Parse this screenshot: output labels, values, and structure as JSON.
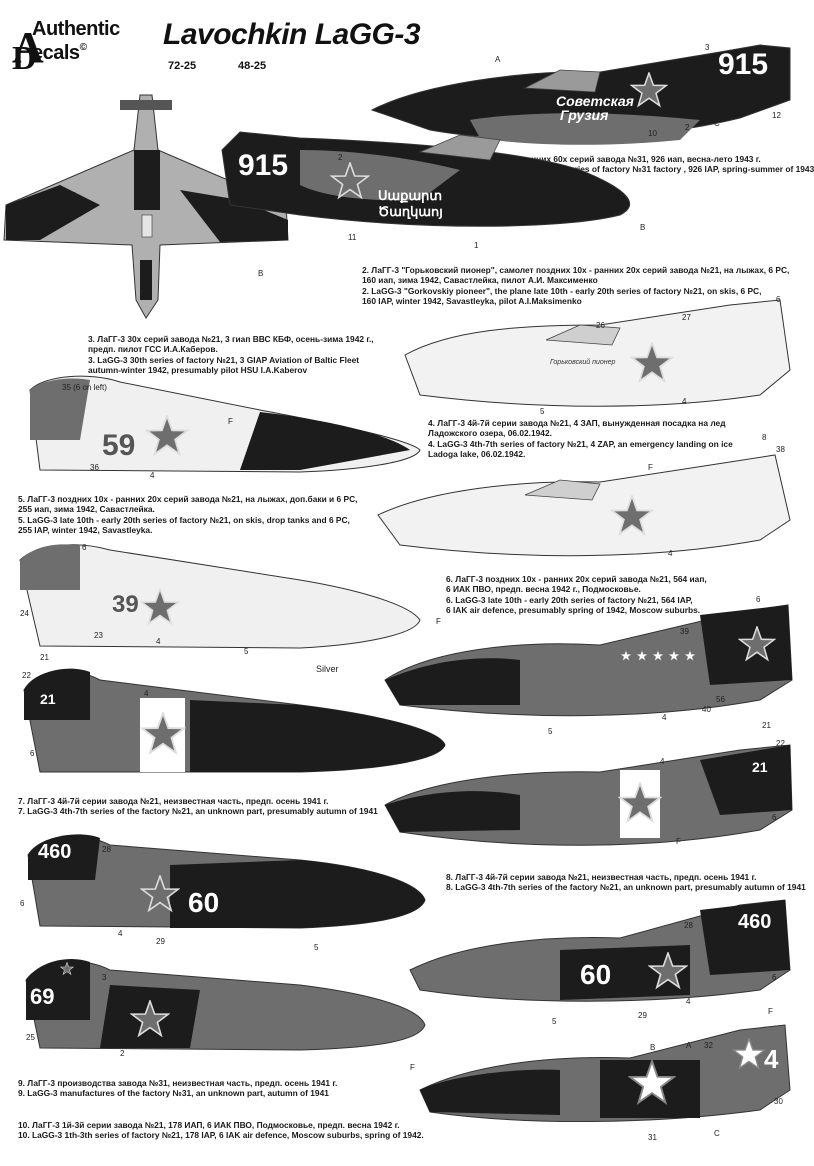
{
  "brand": {
    "line1": "Authentic",
    "line2": "ecals",
    "letterA": "A",
    "letterD": "D",
    "copyright": "©"
  },
  "title": "Lavochkin LaGG-3",
  "scales": [
    "72-25",
    "48-25"
  ],
  "captions": [
    {
      "ru": "1. ЛаГГ-3 ранних 60х серий завода №31, 926 иап, весна-лето 1943 г.",
      "en": "1. LaGG-3 early 60th series of factory №31 factory , 926 IAP, spring-summer of 1943"
    },
    {
      "ru1": "2. ЛаГГ-3 \"Горьковский пионер\", самолет поздних 10х - ранних 20х серий завода №21, на лыжах, 6 PC,",
      "ru2": "160 иап, зима 1942, Савастлейка, пилот А.И. Максименко",
      "en1": "2. LaGG-3 \"Gorkovskiy pioneer\", the plane late 10th - early 20th series of factory №21, on skis, 6 PC,",
      "en2": "160 IAP, winter 1942, Savastleyka, pilot A.I.Maksimenko"
    },
    {
      "ru1": "3. ЛаГГ-3 30х серий завода №21, 3 гиап ВВС КБФ, осень-зима 1942 г.,",
      "ru2": "предп. пилот ГСС И.А.Каберов.",
      "en1": "3. LaGG-3 30th series of factory №21, 3 GIAP Aviation of Baltic Fleet",
      "en2": "autumn-winter 1942, presumably pilot HSU I.A.Kaberov"
    },
    {
      "ru1": "4. ЛаГГ-3 4й-7й серии завода №21, 4 ЗАП, вынужденная посадка на лед",
      "ru2": "Ладожского озера, 06.02.1942.",
      "en1": "4. LaGG-3 4th-7th series of factory №21, 4 ZAP, an emergency landing on ice",
      "en2": "Ladoga lake, 06.02.1942."
    },
    {
      "ru1": "5. ЛаГГ-3 поздних 10х - ранних 20х серий завода №21, на лыжах, доп.баки и 6 PC,",
      "ru2": "255 иап, зима 1942, Савастлейка.",
      "en1": "5. LaGG-3 late 10th - early 20th series of factory №21, on skis, drop tanks and 6 PC,",
      "en2": "255 IAP, winter 1942, Savastleyka."
    },
    {
      "ru1": "6. ЛаГГ-3 поздних 10х - ранних 20х серий завода №21, 564 иап,",
      "ru2": "6 ИАК ПВО, предп. весна 1942 г., Подмосковье.",
      "en1": "6. LaGG-3 late 10th - early 20th series of factory №21, 564 IAP,",
      "en2": "6 IAK air defence, presumably spring of 1942, Moscow suburbs."
    },
    {
      "ru": "7. ЛаГГ-3 4й-7й серии завода №21, неизвестная часть, предп. осень 1941 г.",
      "en": "7. LaGG-3 4th-7th series of the factory №21, an unknown part, presumably autumn of 1941"
    },
    {
      "ru": "8. ЛаГГ-3 4й-7й серии завода №21, неизвестная часть, предп. осень 1941 г.",
      "en": "8. LaGG-3 4th-7th series of the factory №21, an unknown part, presumably autumn of 1941"
    },
    {
      "ru": "9. ЛаГГ-3 производства завода №31, неизвестная часть, предп. осень 1941 г.",
      "en": "9. LaGG-3 manufactures of the factory №31, an unknown part, autumn of 1941"
    },
    {
      "ru": "10. ЛаГГ-3 1й-3й серии завода №21, 178 ИАП, 6 ИАК ПВО, Подмосковье, предп. весна 1942 г.",
      "en": "10. LaGG-3 1th-3th series of factory №21, 178 IAP, 6 IAK air defence, Moscow suburbs, spring of 1942."
    }
  ],
  "markings": {
    "n915": "915",
    "n59": "59",
    "n39": "39",
    "n21": "21",
    "n460": "460",
    "n60": "60",
    "n69": "69",
    "n4": "4",
    "slogan1a": "Советская",
    "slogan1b": "Грузия",
    "slogan2a": "Սաքարտ",
    "slogan2b": "Ծաղկաոյ",
    "pioneer": "Горьковский пионер",
    "silver": "Silver"
  },
  "callouts": {
    "A": "A",
    "B": "B",
    "C": "C",
    "F": "F",
    "n2": "2",
    "n3": "3",
    "n4": "4",
    "n5": "5",
    "n6": "6",
    "n10": "10",
    "n11": "11",
    "n12": "12",
    "n21": "21",
    "n22": "22",
    "n23": "23",
    "n24": "24",
    "n25": "25",
    "n26": "26",
    "n27": "27",
    "n28": "28",
    "n29": "29",
    "n30": "30",
    "n31": "31",
    "n32": "32",
    "n35": "35 (6 on left)",
    "n36": "36",
    "n38": "38",
    "n39": "39",
    "n40": "40",
    "n56": "56",
    "n8": "8",
    "n1": "1"
  },
  "colors": {
    "dark": "#1c1c1c",
    "mid": "#6e6e6e",
    "light": "#b9b9b9",
    "pale": "#e8e8e8",
    "white": "#ffffff"
  }
}
